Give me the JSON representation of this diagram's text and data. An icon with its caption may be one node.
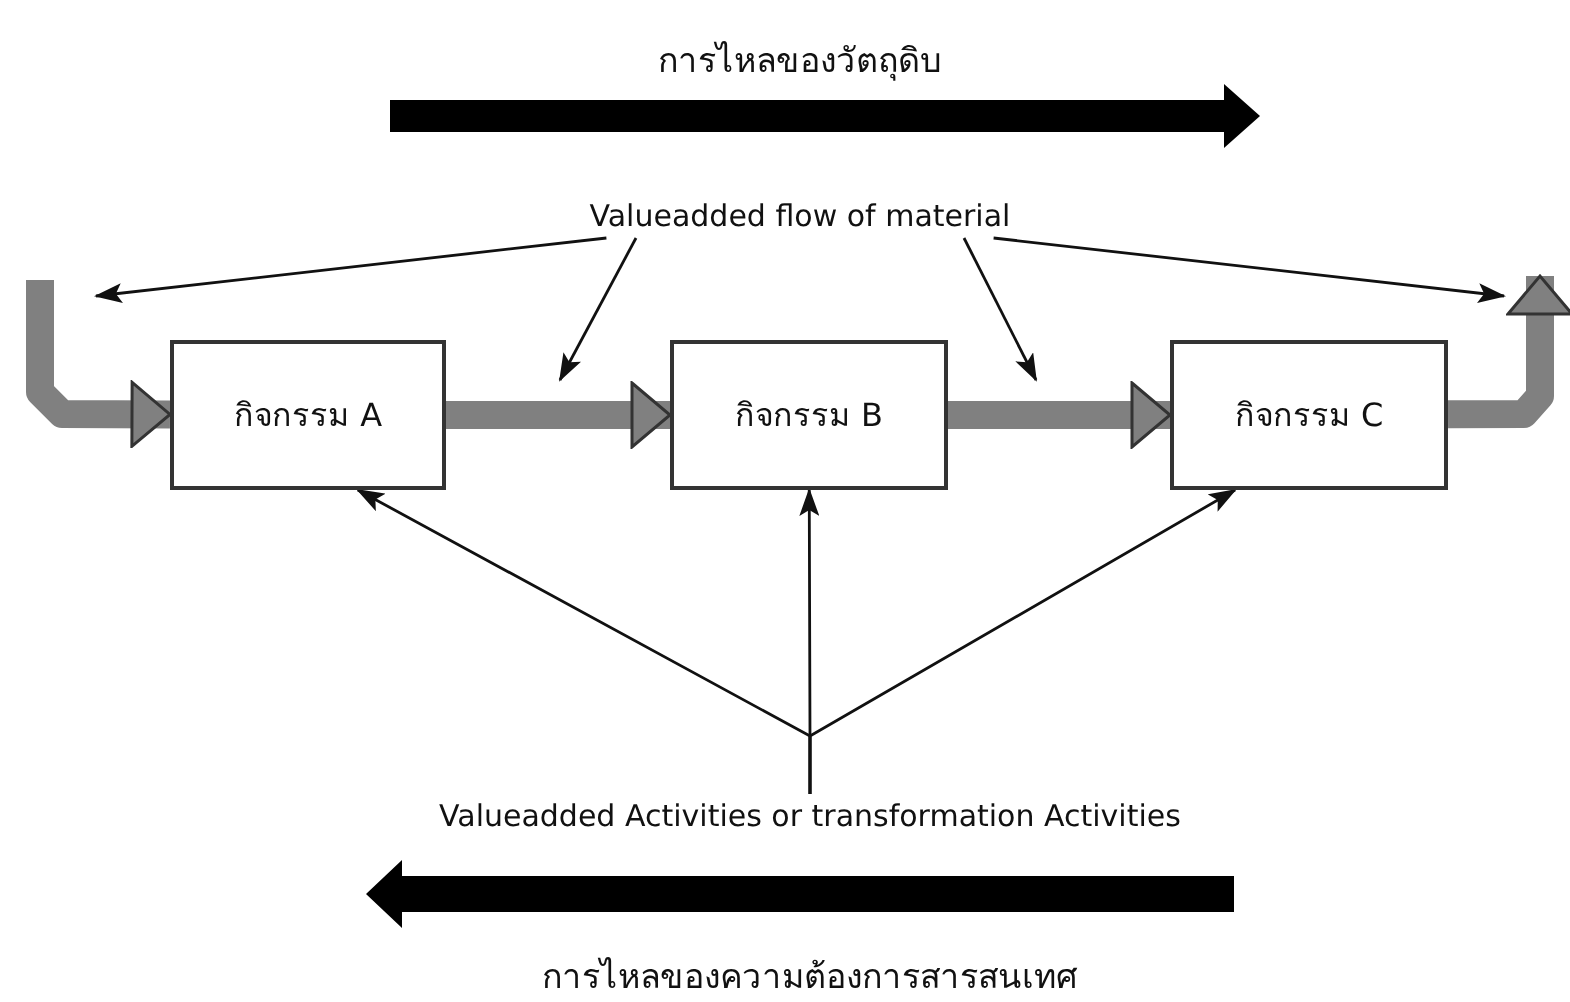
{
  "diagram": {
    "nodes": [
      {
        "text": [
          "Valueadded flow of material"
        ]
      },
      {
        "text": [
          "กิจกรรม A"
        ]
      },
      {
        "text": [
          "กิจกรรม B"
        ]
      },
      {
        "text": [
          "กิจกรรม C"
        ]
      },
      {
        "text": [
          "Valueadded Activities or transformation Activities"
        ]
      }
    ],
    "edges": [
      {
        "from": null,
        "to": 1,
        "arrow": "to",
        "style": "thick",
        "color": "#808080"
      },
      {
        "from": 1,
        "to": 2,
        "arrow": "to",
        "style": "thick",
        "color": "#808080"
      },
      {
        "from": 2,
        "to": 3,
        "arrow": "to",
        "style": "thick",
        "color": "#808080"
      },
      {
        "from": 3,
        "to": null,
        "arrow": "to",
        "style": "thick",
        "color": "#808080"
      },
      {
        "from": 0,
        "to": null,
        "arrow": "to"
      },
      {
        "from": 0,
        "to": null,
        "arrow": "to"
      },
      {
        "from": 0,
        "to": null,
        "arrow": "to"
      },
      {
        "from": 0,
        "to": null,
        "arrow": "to"
      },
      {
        "from": 4,
        "to": 1,
        "arrow": "to"
      },
      {
        "from": 4,
        "to": 2,
        "arrow": "to"
      },
      {
        "from": 4,
        "to": 3,
        "arrow": "to"
      }
    ],
    "labels": [
      "การไหลของวัตถุดิบ",
      "การไหลของความต้องการสารสนเทศ"
    ]
  }
}
